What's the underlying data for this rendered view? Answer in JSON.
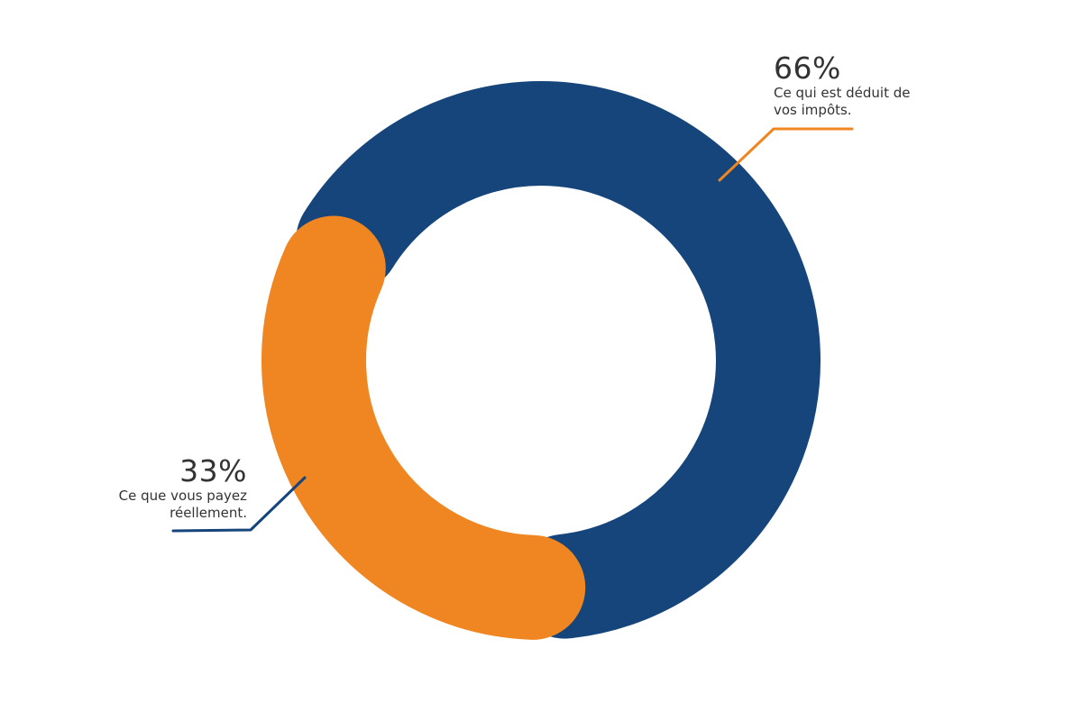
{
  "chart_data": {
    "type": "pie",
    "variant": "donut",
    "title": "",
    "categories": [
      "Ce qui est déduit de vos impôts.",
      "Ce que vous payez réellement."
    ],
    "values": [
      66,
      33
    ],
    "value_labels": [
      "66%",
      "33%"
    ],
    "colors": [
      "#15457b",
      "#ef8622"
    ],
    "legend": "none"
  },
  "callouts": {
    "right": {
      "value": "66%",
      "desc": "Ce qui est déduit de vos impôts."
    },
    "left": {
      "value": "33%",
      "desc": "Ce que vous payez réellement."
    }
  }
}
